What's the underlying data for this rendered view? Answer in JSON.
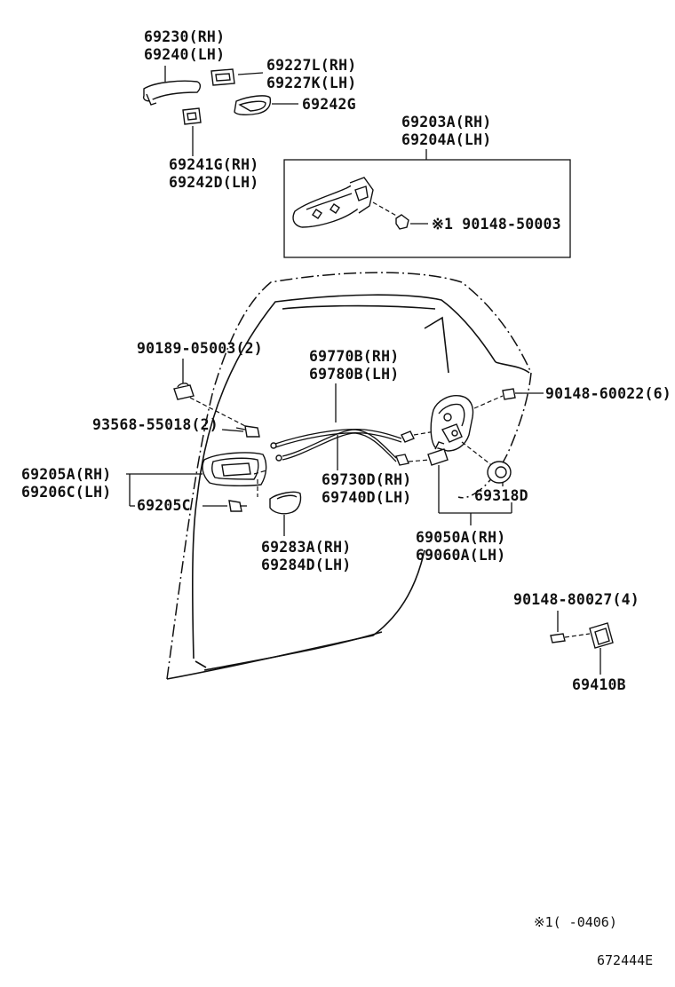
{
  "diagram": {
    "labels": {
      "handle_outer": [
        "69230(RH)",
        "69240(LH)"
      ],
      "pad_front": [
        "69227L(RH)",
        "69227K(LH)"
      ],
      "pad_rear": "69242G",
      "pad_lower": [
        "69241G(RH)",
        "69242D(LH)"
      ],
      "frame_assy": [
        "69203A(RH)",
        "69204A(LH)"
      ],
      "frame_bolt": "※1 90148-50003",
      "clip": "90189-05003(2)",
      "screw_inner": "93568-55018(2)",
      "inside_handle": [
        "69205A(RH)",
        "69206C(LH)"
      ],
      "inside_handle_screw": "69205C",
      "cable_upper": [
        "69770B(RH)",
        "69780B(LH)"
      ],
      "cable_lower": [
        "69730D(RH)",
        "69740D(LH)"
      ],
      "bezel": [
        "69283A(RH)",
        "69284D(LH)"
      ],
      "lock_screw": "90148-60022(6)",
      "lock_assy": [
        "69050A(RH)",
        "69060A(LH)"
      ],
      "grommet": "69318D",
      "striker_screw": "90148-80027(4)",
      "striker": "69410B"
    },
    "footnote": "※1(    -0406)",
    "figure_id": "672444E"
  }
}
